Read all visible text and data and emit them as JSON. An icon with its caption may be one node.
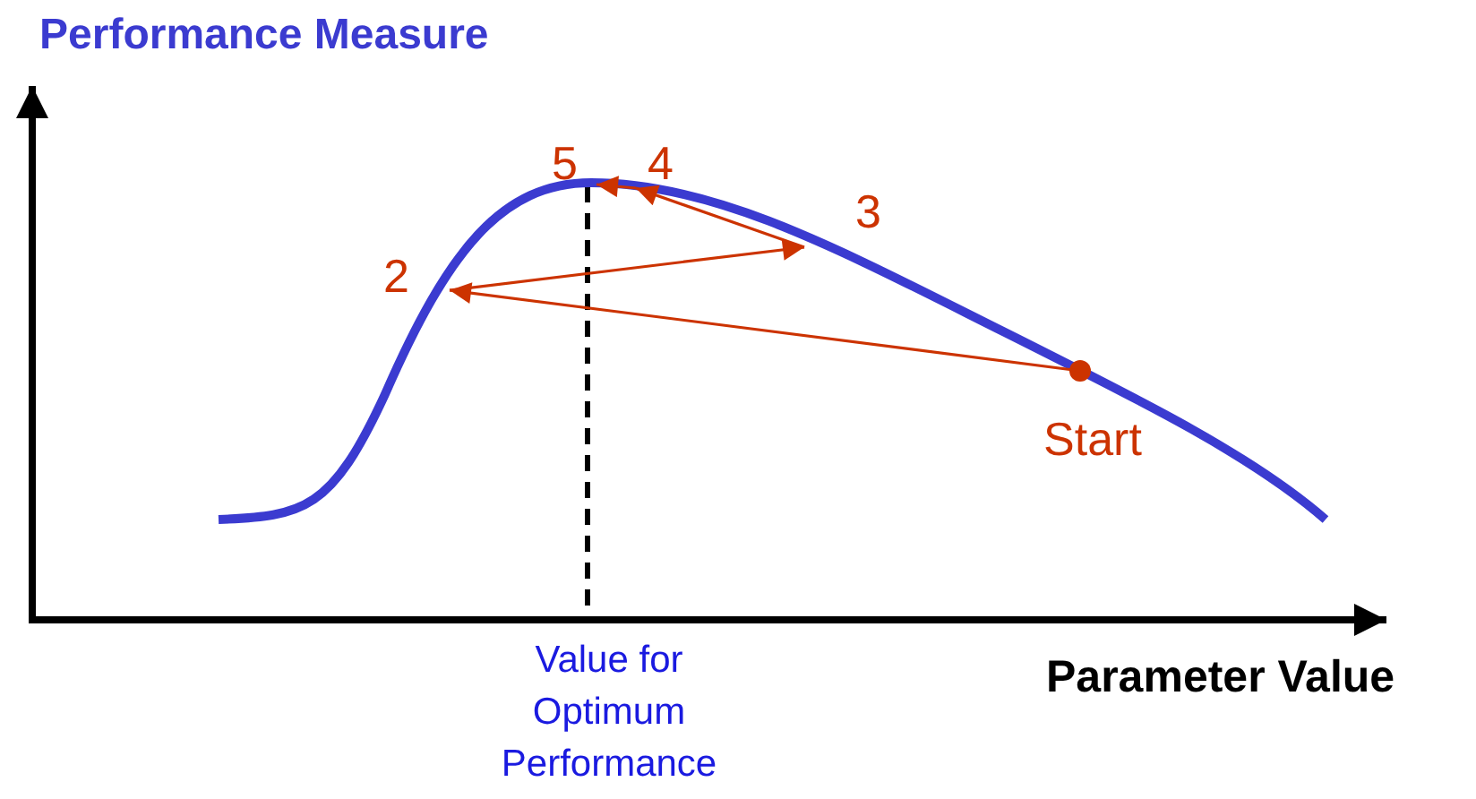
{
  "diagram": {
    "nodes": [
      {
        "text": [
          "Start"
        ]
      },
      {
        "text": [
          "2"
        ]
      },
      {
        "text": [
          "3"
        ]
      },
      {
        "text": [
          "4"
        ]
      },
      {
        "text": [
          "5"
        ]
      }
    ],
    "edges": [
      {
        "from": 0,
        "to": 1,
        "arrow": "to"
      },
      {
        "from": 1,
        "to": 2,
        "arrow": "to"
      },
      {
        "from": 2,
        "to": 3,
        "arrow": "to"
      },
      {
        "from": 3,
        "to": 4,
        "arrow": "to"
      }
    ],
    "labels": [
      "Performance Measure",
      "Value for Optimum Performance",
      "Parameter Value"
    ]
  }
}
